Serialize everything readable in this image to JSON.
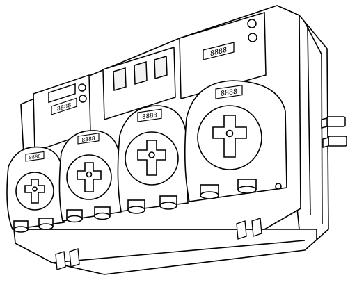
{
  "illustration": {
    "subject": "four-pump-peristaltic-dispenser-line-drawing",
    "stroke_color": "#000000",
    "fill_color": "#ffffff",
    "shade_color": "#f2f2f2"
  },
  "pumps": [
    {
      "display": "8888"
    },
    {
      "display": "8888"
    },
    {
      "display": "8888"
    },
    {
      "display": "8888"
    }
  ],
  "panels": [
    {
      "display": "8888"
    },
    {
      "display": "8888"
    }
  ]
}
